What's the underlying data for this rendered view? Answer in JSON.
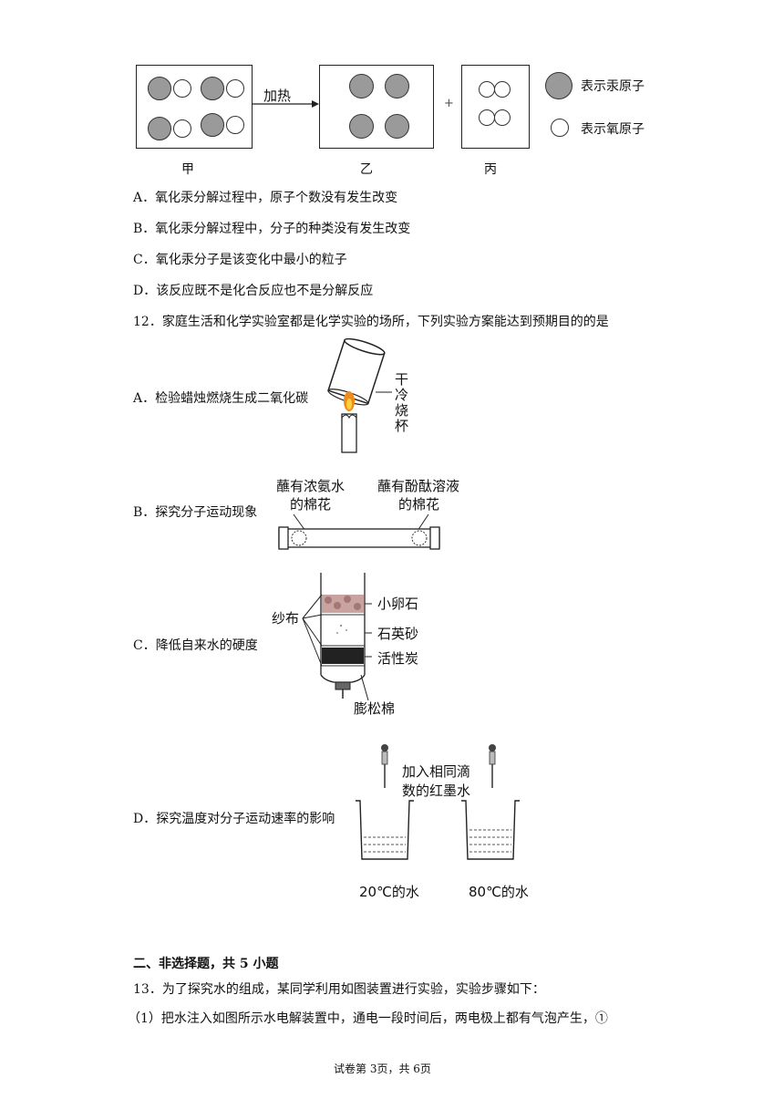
{
  "figure11": {
    "arrow_label": "加热",
    "plus": "+",
    "panel_labels": [
      "甲",
      "乙",
      "丙"
    ],
    "legend": {
      "mercury": "表示汞原子",
      "oxygen": "表示氧原子"
    }
  },
  "q11_options": [
    "A．氧化汞分解过程中，原子个数没有发生改变",
    "B．氧化汞分解过程中，分子的种类没有发生改变",
    "C．氧化汞分子是该变化中最小的粒子",
    "D．该反应既不是化合反应也不是分解反应"
  ],
  "q12": {
    "stem": "12．家庭生活和化学实验室都是化学实验的场所，下列实验方案能达到预期目的的是",
    "A": {
      "text": "A．检验蜡烛燃烧生成二氧化碳",
      "label": "干冷烧杯"
    },
    "B": {
      "text": "B．探究分子运动现象",
      "left_label": [
        "蘸有浓氨水",
        "的棉花"
      ],
      "right_label": [
        "蘸有酚酞溶液",
        "的棉花"
      ]
    },
    "C": {
      "text": "C．降低自来水的硬度",
      "gauze": "纱布",
      "layers": [
        "小卵石",
        "石英砂",
        "活性炭",
        "膨松棉"
      ]
    },
    "D": {
      "text": "D．探究温度对分子运动速率的影响",
      "label": [
        "加入相同滴",
        "数的红墨水"
      ],
      "beakers": [
        "20℃的水",
        "80℃的水"
      ]
    }
  },
  "section2": "二、非选择题，共 5 小题",
  "q13": {
    "stem": "13．为了探究水的组成，某同学利用如图装置进行实验，实验步骤如下：",
    "step1": "（1）把水注入如图所示水电解装置中，通电一段时间后，两电极上都有气泡产生，①"
  },
  "footer": "试卷第 3页，共 6页"
}
